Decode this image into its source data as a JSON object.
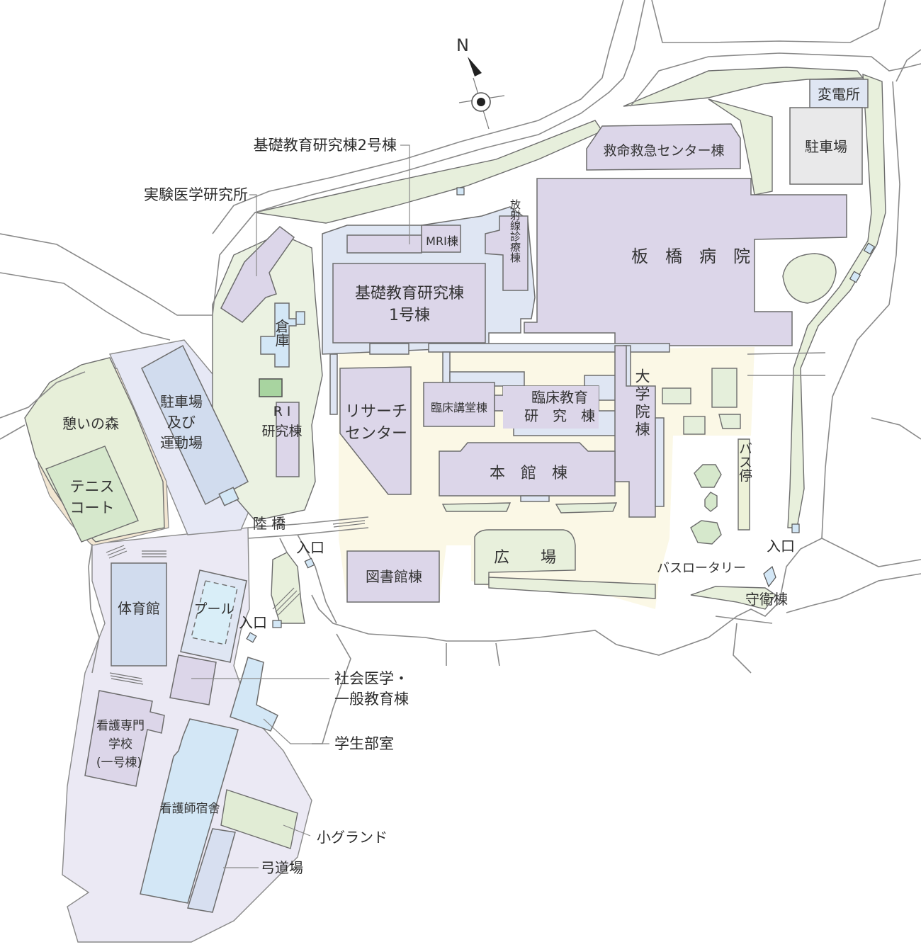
{
  "compass": {
    "north_label": "N",
    "icon": "compass-icon"
  },
  "buildings": {
    "hospital": "板　橋　病　院",
    "emergency": "救命救急センター棟",
    "substation": "変電所",
    "parking_east": "駐車場",
    "radiology": "放射線診療棟",
    "mri": "MRI棟",
    "basic1_l1": "基礎教育研究棟",
    "basic1_l2": "1号棟",
    "storehouse": "倉庫",
    "ri_l1": "R I",
    "ri_l2": "研究棟",
    "research_l1": "リサーチ",
    "research_l2": "センター",
    "lecture": "臨床講堂棟",
    "clinical_l1": "臨床教育",
    "clinical_l2": "研　究　棟",
    "graduate": "大学院棟",
    "main": "本　館　棟",
    "library": "図書館棟",
    "plaza": "広　　場",
    "bus_stop": "バス停",
    "bus_rotary": "バスロータリー",
    "guard": "守衛棟",
    "parking_sports_l1": "駐車場",
    "parking_sports_l2": "及び",
    "parking_sports_l3": "運動場",
    "forest": "憩いの森",
    "tennis_l1": "テニス",
    "tennis_l2": "コート",
    "bridge": "陸 橋",
    "gym": "体育館",
    "pool": "プール",
    "nursing_school_l1": "看護専門",
    "nursing_school_l2": "学校",
    "nursing_school_l3": "(一号棟)",
    "dormitory": "看護師宿舎"
  },
  "entrances": {
    "e1": "入口",
    "e2": "入口",
    "e3": "入口"
  },
  "callouts": {
    "basic2": "基礎教育研究棟2号棟",
    "expmed": "実験医学研究所",
    "social_l1": "社会医学・",
    "social_l2": "一般教育棟",
    "student_room": "学生部室",
    "small_ground": "小グランド",
    "archery": "弓道場"
  }
}
